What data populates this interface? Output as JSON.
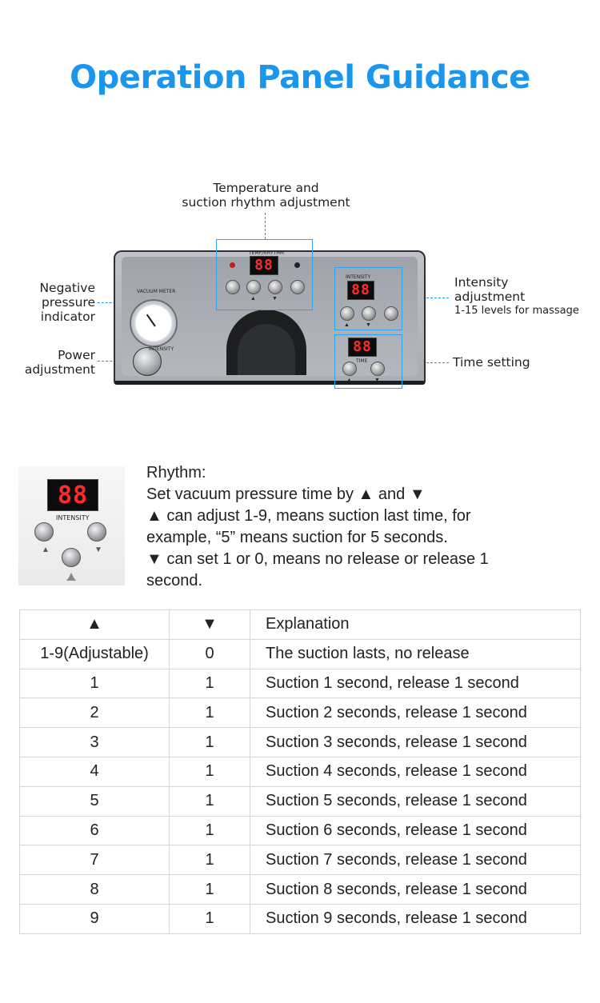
{
  "title": "Operation Panel Guidance",
  "annotations": {
    "temperature_line1": "Temperature and",
    "temperature_line2": "suction rhythm adjustment",
    "negative_line1": "Negative",
    "negative_line2": "pressure",
    "negative_line3": "indicator",
    "power_line1": "Power",
    "power_line2": "adjustment",
    "intensity_line1": "Intensity",
    "intensity_line2": "adjustment",
    "intensity_sub": "1-15 levels for massage",
    "time_setting": "Time setting"
  },
  "panel": {
    "display_digits": "88",
    "temp_rhythm_label": "TEMP/RHYTHM",
    "vacuum_meter_label": "VACUUM METER",
    "intensity_label": "INTENSITY",
    "time_label": "TIME",
    "power_label": "INTENSITY",
    "up_arrow": "▲",
    "down_arrow": "▼"
  },
  "thumbnail": {
    "digits": "88",
    "label": "INTENSITY",
    "up_arrow": "▲",
    "down_arrow": "▼"
  },
  "rhythm": {
    "heading": "Rhythm:",
    "lines": [
      "Set vacuum pressure time by ▲ and ▼",
      "▲ can adjust 1-9, means suction last time, for",
      "example, “5” means suction for 5 seconds.",
      "▼ can set 1 or 0, means no release or release 1",
      "second."
    ]
  },
  "table": {
    "headers": [
      "▲",
      "▼",
      "Explanation"
    ],
    "rows": [
      [
        "1-9(Adjustable)",
        "0",
        "The suction lasts, no release"
      ],
      [
        "1",
        "1",
        "Suction 1 second, release 1 second"
      ],
      [
        "2",
        "1",
        "Suction 2 seconds, release 1 second"
      ],
      [
        "3",
        "1",
        "Suction 3 seconds, release 1 second"
      ],
      [
        "4",
        "1",
        "Suction 4 seconds, release 1 second"
      ],
      [
        "5",
        "1",
        "Suction 5 seconds, release 1 second"
      ],
      [
        "6",
        "1",
        "Suction 6 seconds, release 1 second"
      ],
      [
        "7",
        "1",
        "Suction 7 seconds, release 1 second"
      ],
      [
        "8",
        "1",
        "Suction 8 seconds, release 1 second"
      ],
      [
        "9",
        "1",
        "Suction 9 seconds, release 1 second"
      ]
    ]
  },
  "colors": {
    "title": "#1a96ec",
    "annotation_line": "#1a96ec",
    "display_digits": "#ff2b2b"
  }
}
